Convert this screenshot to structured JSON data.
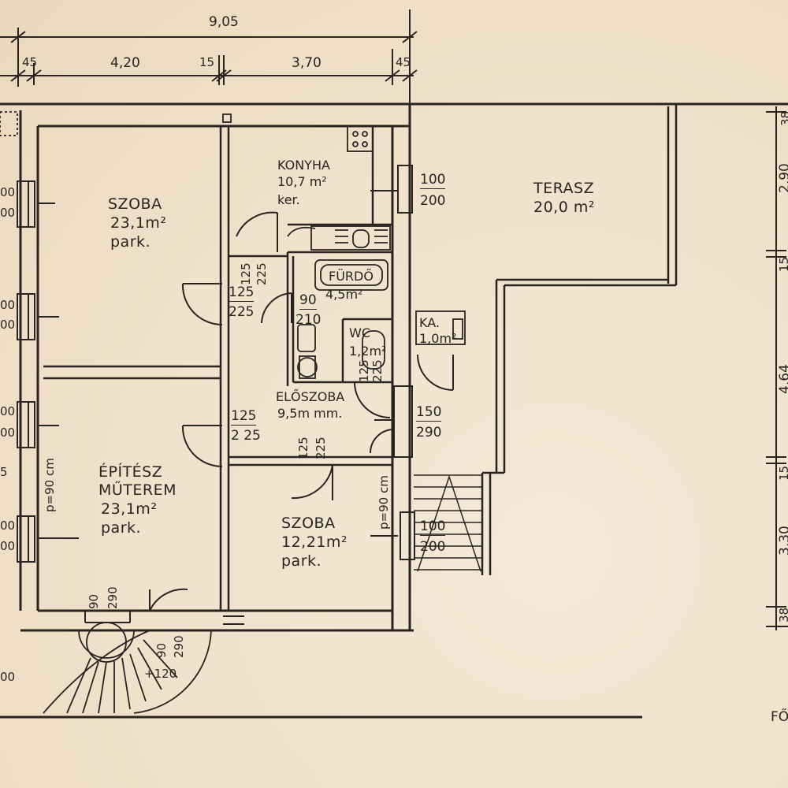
{
  "rooms": {
    "szoba_large": {
      "name": "SZOBA",
      "area": "23,1m²",
      "floor": "park."
    },
    "konyha": {
      "name": "KONYHA",
      "area": "10,7 m²",
      "floor": "ker."
    },
    "terasz": {
      "name": "TERASZ",
      "area": "20,0 m²"
    },
    "furdo": {
      "name": "FÜRDŐ",
      "area": "4,5m²"
    },
    "wc": {
      "name": "WC",
      "area": "1,2m²"
    },
    "kamra": {
      "name": "KA.",
      "area": "1,0m²"
    },
    "eloszoba": {
      "name": "ELŐSZOBA",
      "area": "9,5m mm."
    },
    "epitesz": {
      "name_line1": "ÉPÍTÉSZ",
      "name_line2": "MŰTEREM",
      "area": "23,1m²",
      "floor": "park."
    },
    "szoba_small": {
      "name": "SZOBA",
      "area": "12,21m²",
      "floor": "park."
    }
  },
  "dimensions": {
    "top_total": "9,05",
    "top_segments": [
      "45",
      "4,20",
      "15",
      "3,70",
      "45"
    ],
    "right_segments": [
      "38",
      "2,90",
      "15",
      "4,64",
      "15",
      "3,30",
      "38"
    ]
  },
  "openings": {
    "kitchen_window": {
      "w": "100",
      "h": "200"
    },
    "szoba_door": {
      "w": "125",
      "h": "225"
    },
    "furdo_door_side": {
      "w": "125",
      "h": "225"
    },
    "furdo_door": {
      "w": "90",
      "h": "210"
    },
    "wc_door": {
      "w": "125",
      "h": "225"
    },
    "entry_door": {
      "w": "150",
      "h": "290"
    },
    "studio_door": {
      "w": "125",
      "h": "2 25"
    },
    "szoba_small_door": {
      "w": "125",
      "h": "225"
    },
    "szoba_small_window": {
      "w": "100",
      "h": "200"
    },
    "bottom_door_left": {
      "w": "90",
      "h": "290"
    },
    "bottom_door_right": {
      "w": "90",
      "h": "290"
    },
    "left_windows": [
      "00",
      "00",
      "00",
      "00",
      "00",
      "00",
      "00",
      "00"
    ],
    "left_misc": "5",
    "bottom_left": "00"
  },
  "notes": {
    "parapet_left": "p=90 cm",
    "parapet_right": "p=90 cm",
    "stair_level": "+120",
    "corner_text": "FŐ"
  }
}
